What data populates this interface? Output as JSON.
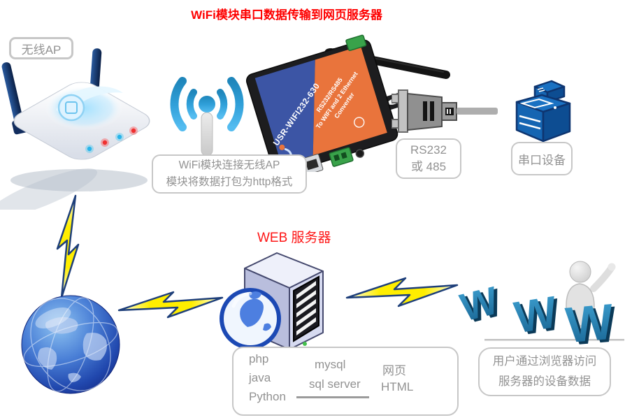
{
  "title": "WiFi模块串口数据传输到网页服务器",
  "section_label": {
    "web_server": "WEB 服务器"
  },
  "callouts": {
    "wireless_ap": "无线AP",
    "wifi_note_line1": "WiFi模块连接无线AP",
    "wifi_note_line2": "模块将数据打包为http格式",
    "rs232_line1": "RS232",
    "rs232_line2": "或 485",
    "serial_device": "串口设备",
    "user_note_line1": "用户通过浏览器访问",
    "user_note_line2": "服务器的设备数据"
  },
  "device_labels": {
    "model": "USR-WIFI232-630",
    "desc1": "RS232/RS485",
    "desc2": "To WIFI and 2 Ethernet",
    "desc3": "Converter"
  },
  "server_stack": {
    "languages": [
      "php",
      "java",
      "Python"
    ],
    "databases": [
      "mysql",
      "sql server"
    ],
    "web": [
      "网页",
      "HTML"
    ]
  },
  "www": {
    "letters": [
      "W",
      "W",
      "W"
    ]
  },
  "colors": {
    "title_red": "#fe0000",
    "bolt_yellow": "#ffee00",
    "bolt_outline": "#1e3f7a",
    "module_blue": "#3c55a5",
    "module_orange": "#e9743c",
    "printer_blue": "#1565b2",
    "www_blue": "#1a6fa0",
    "wifi_blue": "#2f9fd8",
    "bubble_border": "#c7c7c7",
    "bubble_text": "#929292"
  }
}
